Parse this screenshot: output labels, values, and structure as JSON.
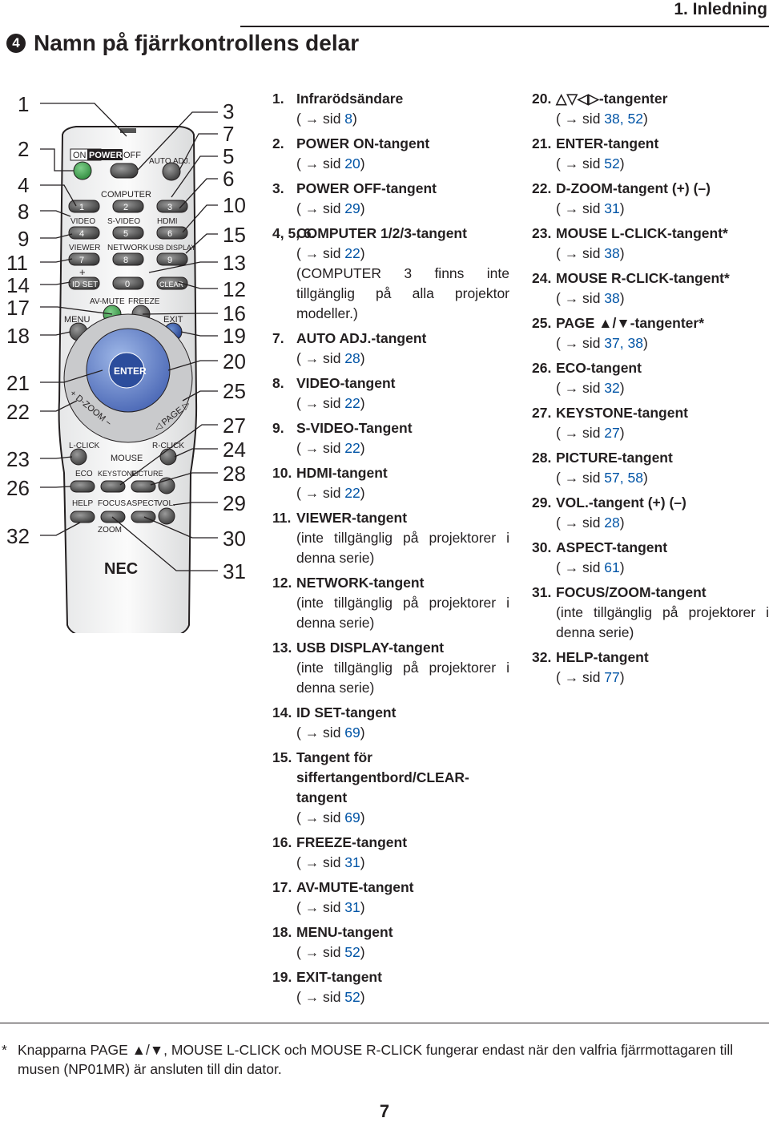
{
  "chapter": "1. Inledning",
  "title": {
    "number": "4",
    "text": "Namn på fjärrkontrollens delar"
  },
  "remote": {
    "brand": "NEC",
    "labels": [
      "ON",
      "POWER",
      "OFF",
      "AUTO ADJ.",
      "COMPUTER",
      "1",
      "2",
      "3",
      "VIDEO",
      "S-VIDEO",
      "HDMI",
      "4",
      "5",
      "6",
      "VIEWER",
      "NETWORK",
      "USB DISPLAY",
      "7",
      "8",
      "9",
      "+",
      "ID SET",
      "0",
      "CLEAR",
      "AV-MUTE",
      "FREEZE",
      "MENU",
      "EXIT",
      "ENTER",
      "+ D-ZOOM −",
      "◁ PAGE ▷",
      "L-CLICK",
      "R-CLICK",
      "MOUSE",
      "ECO",
      "KEYSTONE",
      "PICTURE",
      "HELP",
      "FOCUS",
      "ASPECT",
      "VOL.",
      "ZOOM"
    ],
    "callouts_left": [
      "1",
      "2",
      "4",
      "8",
      "9",
      "11",
      "14",
      "17",
      "18",
      "21",
      "22",
      "23",
      "26",
      "32"
    ],
    "callouts_right": [
      "3",
      "7",
      "5",
      "6",
      "10",
      "15",
      "13",
      "12",
      "16",
      "19",
      "20",
      "25",
      "27",
      "24",
      "28",
      "29",
      "30",
      "31"
    ]
  },
  "items_col1": [
    {
      "n": "1.",
      "t": "Infrarödsändare",
      "ref": "( → sid 8)"
    },
    {
      "n": "2.",
      "t": "POWER ON-tangent",
      "ref": "( → sid 20)"
    },
    {
      "n": "3.",
      "t": "POWER OFF-tangent",
      "ref": "( → sid 29)"
    },
    {
      "n": "4, 5, 6.",
      "t": "COMPUTER 1/2/3-tangent",
      "ref": "( → sid 22)",
      "note": "(COMPUTER 3 finns inte tillgänglig på alla projektor modeller.)"
    },
    {
      "n": "7.",
      "t": "AUTO ADJ.-tangent",
      "ref": "( → sid 28)"
    },
    {
      "n": "8.",
      "t": "VIDEO-tangent",
      "ref": "( → sid 22)"
    },
    {
      "n": "9.",
      "t": "S-VIDEO-Tangent",
      "ref": "( → sid 22)"
    },
    {
      "n": "10.",
      "t": "HDMI-tangent",
      "ref": "( → sid 22)"
    },
    {
      "n": "11.",
      "t": "VIEWER-tangent",
      "note": "(inte tillgänglig på projektorer i denna serie)"
    },
    {
      "n": "12.",
      "t": "NETWORK-tangent",
      "note": "(inte tillgänglig på projektorer i denna serie)"
    },
    {
      "n": "13.",
      "t": "USB DISPLAY-tangent",
      "note": "(inte tillgänglig på projektorer i denna serie)"
    },
    {
      "n": "14.",
      "t": "ID SET-tangent",
      "ref": "( → sid 69)"
    },
    {
      "n": "15.",
      "t": "Tangent för siffertangentbord/CLEAR-tangent",
      "ref": "( → sid 69)"
    },
    {
      "n": "16.",
      "t": "FREEZE-tangent",
      "ref": "( → sid 31)"
    },
    {
      "n": "17.",
      "t": "AV-MUTE-tangent",
      "ref": "( → sid 31)"
    },
    {
      "n": "18.",
      "t": "MENU-tangent",
      "ref": "( → sid 52)"
    },
    {
      "n": "19.",
      "t": "EXIT-tangent",
      "ref": "( → sid 52)"
    }
  ],
  "items_col2": [
    {
      "n": "20.",
      "t": "△▽◁▷-tangenter",
      "ref": "( → sid 38, 52)"
    },
    {
      "n": "21.",
      "t": "ENTER-tangent",
      "ref": "( → sid 52)"
    },
    {
      "n": "22.",
      "t": "D-ZOOM-tangent (+) (–)",
      "ref": "( → sid 31)"
    },
    {
      "n": "23.",
      "t": "MOUSE L-CLICK-tangent*",
      "ref": "( → sid 38)"
    },
    {
      "n": "24.",
      "t": "MOUSE R-CLICK-tangent*",
      "ref": "( → sid 38)"
    },
    {
      "n": "25.",
      "t": "PAGE ▲/▼-tangenter*",
      "ref": "( → sid 37, 38)"
    },
    {
      "n": "26.",
      "t": "ECO-tangent",
      "ref": "( → sid 32)"
    },
    {
      "n": "27.",
      "t": "KEYSTONE-tangent",
      "ref": "( → sid 27)"
    },
    {
      "n": "28.",
      "t": "PICTURE-tangent",
      "ref": "( → sid 57, 58)"
    },
    {
      "n": "29.",
      "t": "VOL.-tangent (+) (–)",
      "ref": "( → sid 28)"
    },
    {
      "n": "30.",
      "t": "ASPECT-tangent",
      "ref": "( → sid 61)"
    },
    {
      "n": "31.",
      "t": "FOCUS/ZOOM-tangent",
      "note": "(inte tillgänglig på projektorer i denna serie)"
    },
    {
      "n": "32.",
      "t": "HELP-tangent",
      "ref": "( → sid 77)"
    }
  ],
  "footnote": {
    "star": "*",
    "text": "Knapparna PAGE ▲/▼, MOUSE L-CLICK och MOUSE R-CLICK fungerar endast när den valfria fjärrmottagaren till musen (NP01MR) är ansluten till din dator."
  },
  "page_number": "7"
}
